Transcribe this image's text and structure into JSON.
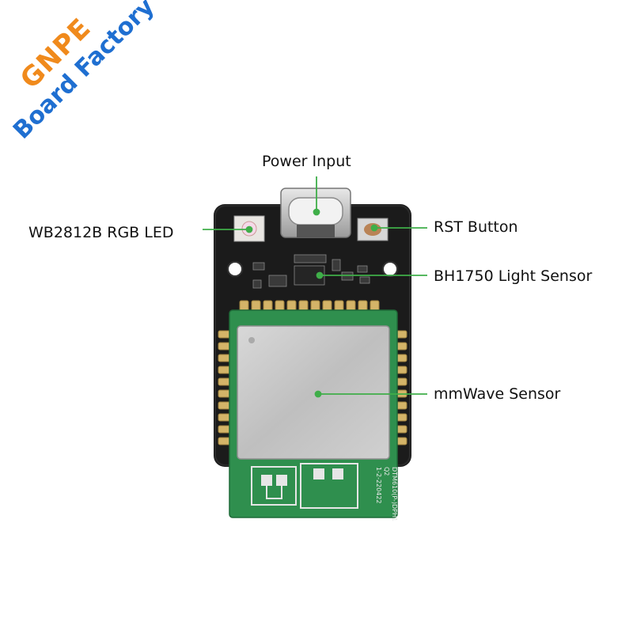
{
  "logo": {
    "brand": "GNPE",
    "line2": "Board Factory",
    "brand_color": "#f08a1c",
    "line2_color": "#1f6fd1"
  },
  "callouts": {
    "power_input": "Power Input",
    "rgb_led": "WB2812B RGB LED",
    "rst_button": "RST Button",
    "light_sensor": "BH1750 Light Sensor",
    "mmwave_sensor": "mmWave Sensor"
  },
  "module": {
    "marking_line1": "DTM610(P-)DPH1",
    "marking_line2": "Q2",
    "marking_line3": "1-2-220422"
  },
  "colors": {
    "pcb": "#1b1b1b",
    "pcb_module": "#2f8f4e",
    "shield": "#c8c8c8",
    "pad": "#d4b468",
    "leader": "#3fae49"
  },
  "icons": {
    "usb_c_connector": "usb-c-icon",
    "tact_switch": "button-icon"
  }
}
